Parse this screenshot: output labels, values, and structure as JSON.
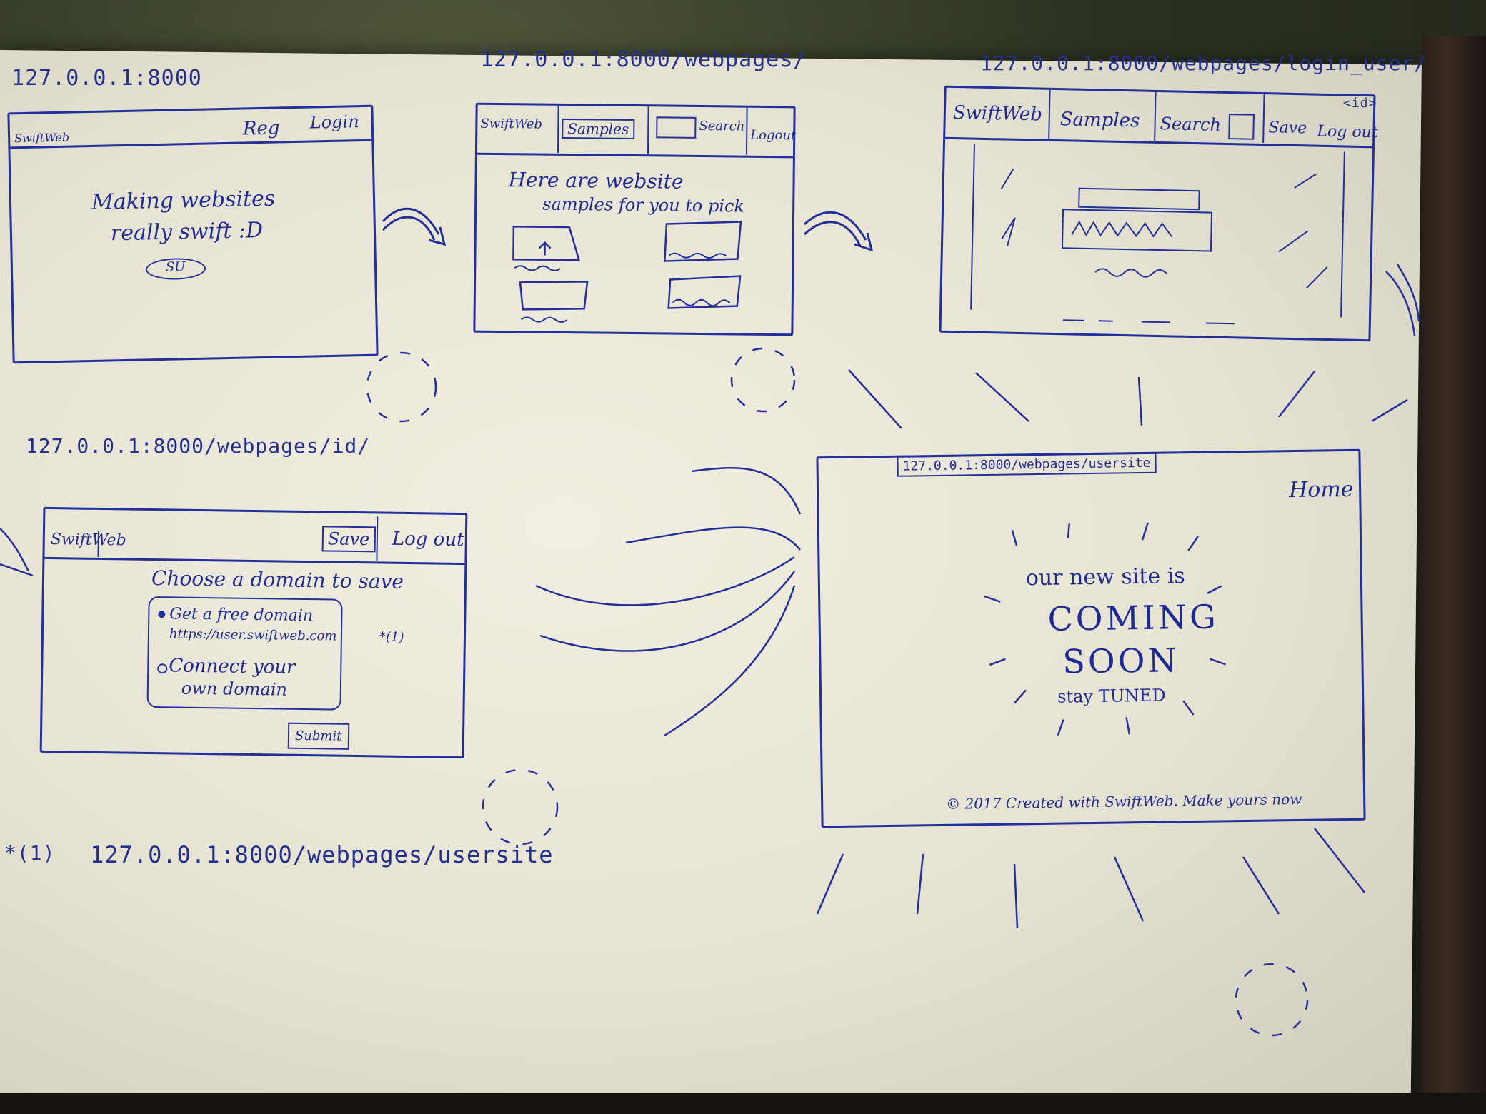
{
  "urls": {
    "home": "127.0.0.1:8000",
    "webpages": "127.0.0.1:8000/webpages/",
    "login": "127.0.0.1:8000/webpages/login_user/",
    "login_sub": "<id>",
    "webpage_id": "127.0.0.1:8000/webpages/id/",
    "usersite_footnote_marker": "*(1)",
    "usersite_footnote": "127.0.0.1:8000/webpages/usersite",
    "usersite_bar": "127.0.0.1:8000/webpages/usersite"
  },
  "screen_home": {
    "brand": "SwiftWeb",
    "nav": [
      "Reg",
      "Login"
    ],
    "headline_line1": "Making websites",
    "headline_line2": "really swift :D",
    "cta": "SU"
  },
  "screen_samples": {
    "brand": "SwiftWeb",
    "nav": [
      "Samples",
      "Search",
      "Logout"
    ],
    "headline_line1": "Here are website",
    "headline_line2": "samples for you to pick"
  },
  "screen_editor": {
    "brand": "SwiftWeb",
    "nav": [
      "Samples",
      "Search",
      "Save",
      "Log out"
    ]
  },
  "screen_domain": {
    "brand": "SwiftWeb",
    "nav": [
      "Save",
      "Log out"
    ],
    "heading": "Choose a domain to save",
    "option1_line1": "Get a free domain",
    "option1_line2": "https://user.swiftweb.com",
    "option1_ref": "*(1)",
    "option2_line1": "Connect your",
    "option2_line2": "own domain",
    "submit": "Submit"
  },
  "screen_usersite": {
    "nav_home": "Home",
    "line1": "our new site is",
    "line2": "COMING",
    "line3": "SOON",
    "line4": "stay TUNED",
    "footer": "© 2017 Created with SwiftWeb. Make yours now"
  },
  "colors": {
    "ink": "#23309a",
    "paper": "#ece8d8"
  }
}
